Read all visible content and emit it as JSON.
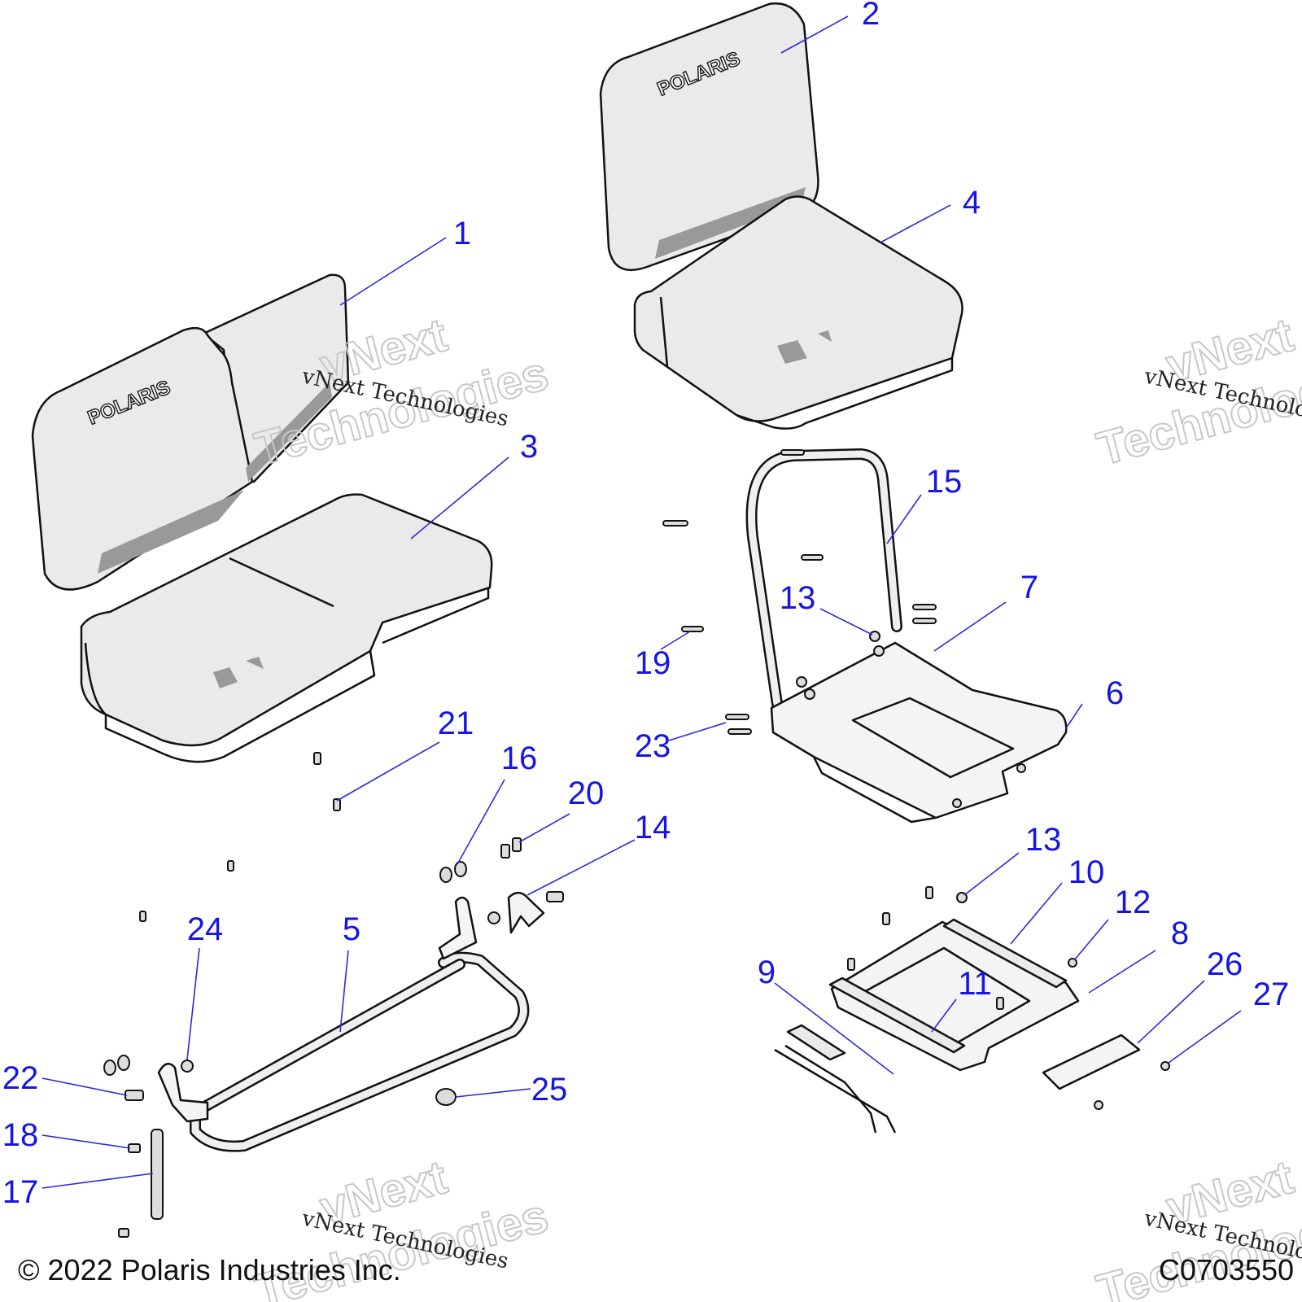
{
  "colors": {
    "callout": "#1515e6",
    "leader": "#2b2bd8",
    "line": "#111111",
    "fill": "#eaeaea",
    "watermark": "#c8c8c8"
  },
  "logo_text": "POLARIS",
  "callouts": [
    {
      "id": "1",
      "label": "1"
    },
    {
      "id": "2",
      "label": "2"
    },
    {
      "id": "3",
      "label": "3"
    },
    {
      "id": "4",
      "label": "4"
    },
    {
      "id": "5",
      "label": "5"
    },
    {
      "id": "6",
      "label": "6"
    },
    {
      "id": "7",
      "label": "7"
    },
    {
      "id": "8",
      "label": "8"
    },
    {
      "id": "9",
      "label": "9"
    },
    {
      "id": "10",
      "label": "10"
    },
    {
      "id": "11",
      "label": "11"
    },
    {
      "id": "12",
      "label": "12"
    },
    {
      "id": "13a",
      "label": "13"
    },
    {
      "id": "13b",
      "label": "13"
    },
    {
      "id": "14",
      "label": "14"
    },
    {
      "id": "15",
      "label": "15"
    },
    {
      "id": "16",
      "label": "16"
    },
    {
      "id": "17",
      "label": "17"
    },
    {
      "id": "18",
      "label": "18"
    },
    {
      "id": "19",
      "label": "19"
    },
    {
      "id": "20",
      "label": "20"
    },
    {
      "id": "21",
      "label": "21"
    },
    {
      "id": "22",
      "label": "22"
    },
    {
      "id": "23",
      "label": "23"
    },
    {
      "id": "24",
      "label": "24"
    },
    {
      "id": "25",
      "label": "25"
    },
    {
      "id": "26",
      "label": "26"
    },
    {
      "id": "27",
      "label": "27"
    }
  ],
  "watermark": {
    "line1": "vNext Technologies",
    "big1": "vNext",
    "big2": "Technologies"
  },
  "footer": {
    "copyright": "© 2022 Polaris Industries Inc.",
    "code": "C0703550"
  }
}
